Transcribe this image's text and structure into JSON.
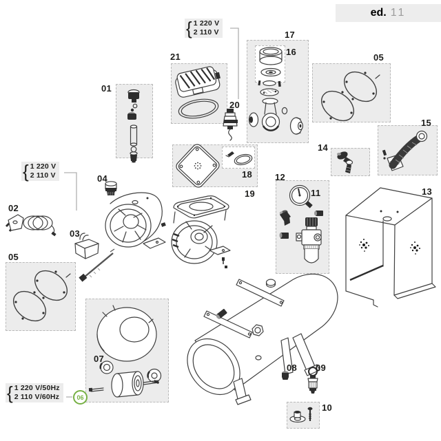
{
  "edition": {
    "label": "ed.",
    "number": "11"
  },
  "callouts": {
    "brace": "{",
    "voltage_top": {
      "line1": "1 220 V",
      "line2": "2 110 V"
    },
    "voltage_left": {
      "line1": "1 220 V",
      "line2": "2 110 V"
    },
    "voltage_bottom": {
      "line1": "1 220 V/50Hz",
      "line2": "2 110 V/60Hz"
    }
  },
  "part_labels": {
    "p01": "01",
    "p02": "02",
    "p03": "03",
    "p04": "04",
    "p05": "05",
    "p06": "06",
    "p07": "07",
    "p08": "08",
    "p09": "09",
    "p10": "10",
    "p11": "11",
    "p12": "12",
    "p13": "13",
    "p14": "14",
    "p15": "15",
    "p16": "16",
    "p17": "17",
    "p18": "18",
    "p19": "19",
    "p20": "20",
    "p21": "21"
  },
  "colors": {
    "accent_green": "#76b043",
    "box_fill": "#ececec",
    "box_border": "#b9b9b9",
    "banner_bg": "#ededed",
    "edition_number": "#9b9b9b",
    "ink": "#1d1d1b",
    "line_art": "#3f3f3f"
  }
}
